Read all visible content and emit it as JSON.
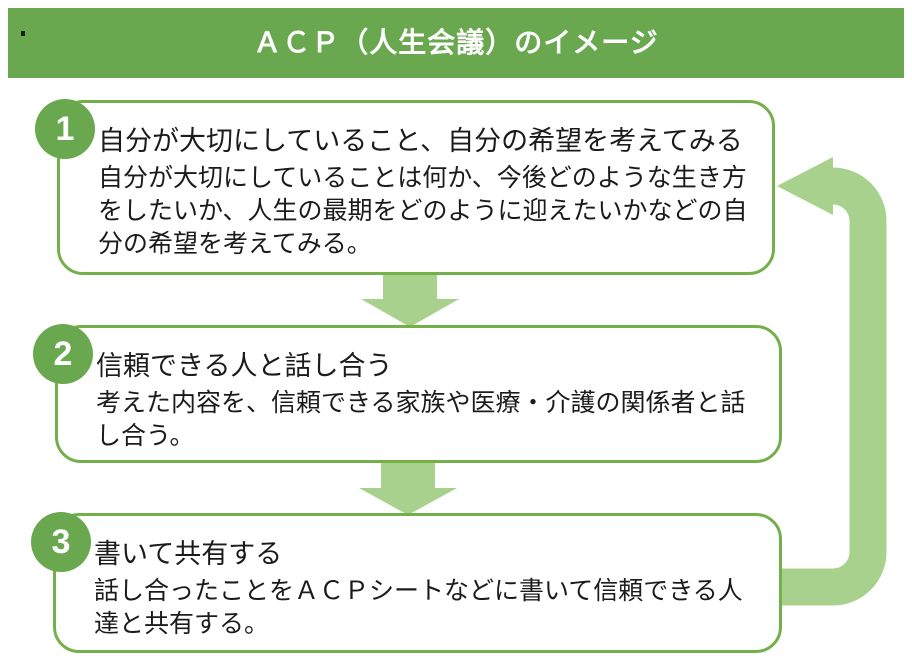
{
  "theme": {
    "dark_green": "#6aa84f",
    "light_green": "#a9d18e",
    "border_green": "#74b04a",
    "text_color": "#1b1b1b",
    "bg": "#ffffff"
  },
  "header": {
    "title": "ＡＣＰ（人生会議）のイメージ"
  },
  "steps": [
    {
      "number": "1",
      "heading": "自分が大切にしていること、自分の希望を考えてみる",
      "description": "自分が大切にしていることは何か、今後どのような生き方をしたいか、人生の最期をどのように迎えたいかなどの自分の希望を考えてみる。"
    },
    {
      "number": "2",
      "heading": "信頼できる人と話し合う",
      "description": "考えた内容を、信頼できる家族や医療・介護の関係者と話し合う。"
    },
    {
      "number": "3",
      "heading": "書いて共有する",
      "description": "話し合ったことをＡＣＰシートなどに書いて信頼できる人達と共有する。"
    }
  ],
  "icons": {
    "down_arrow": "block-down-arrow",
    "loop_arrow": "cycle-back-arrow"
  }
}
